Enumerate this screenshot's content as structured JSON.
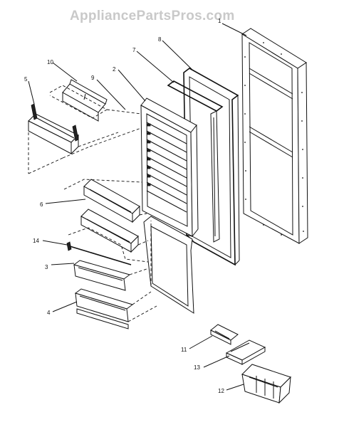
{
  "watermark": "AppliancePartsPros.com",
  "callouts": {
    "c1": "1",
    "c2": "2",
    "c3": "3",
    "c4": "4",
    "c5": "5",
    "c6": "6",
    "c7": "7",
    "c8": "8",
    "c9": "9",
    "c10": "10",
    "c11": "11",
    "c12": "12",
    "c13": "13",
    "c14": "14"
  }
}
